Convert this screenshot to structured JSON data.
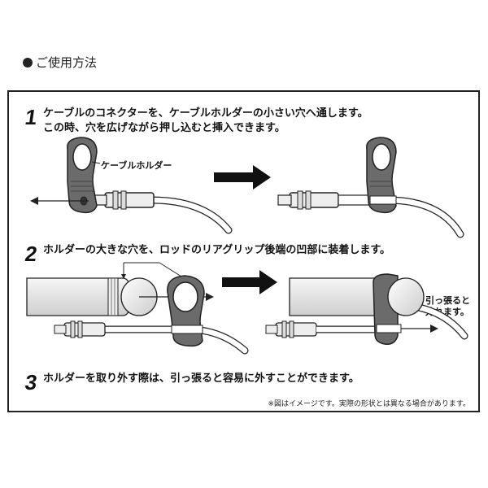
{
  "heading": "ご使用方法",
  "steps": [
    {
      "number": "1",
      "lines": [
        "ケーブルのコネクターを、ケーブルホルダーの小さい穴へ通します。",
        "この時、穴を広げながら押し込むと挿入できます。"
      ]
    },
    {
      "number": "2",
      "lines": [
        "ホルダーの大きな穴を、ロッドのリアグリップ後端の凹部に装着します。"
      ]
    },
    {
      "number": "3",
      "lines": [
        "ホルダーを取り外す際は、引っ張ると容易に外すことができます。"
      ]
    }
  ],
  "labels": {
    "cable_holder": "ケーブルホルダー",
    "pull_to_remove_line1": "引っ張ると",
    "pull_to_remove_line2": "外れます。"
  },
  "note": "※図はイメージです。実際の形状とは異なる場合があります。",
  "colors": {
    "holder_fill": "#6b6b6b",
    "rod_fill": "#e8e8e8",
    "outline": "#222222"
  }
}
